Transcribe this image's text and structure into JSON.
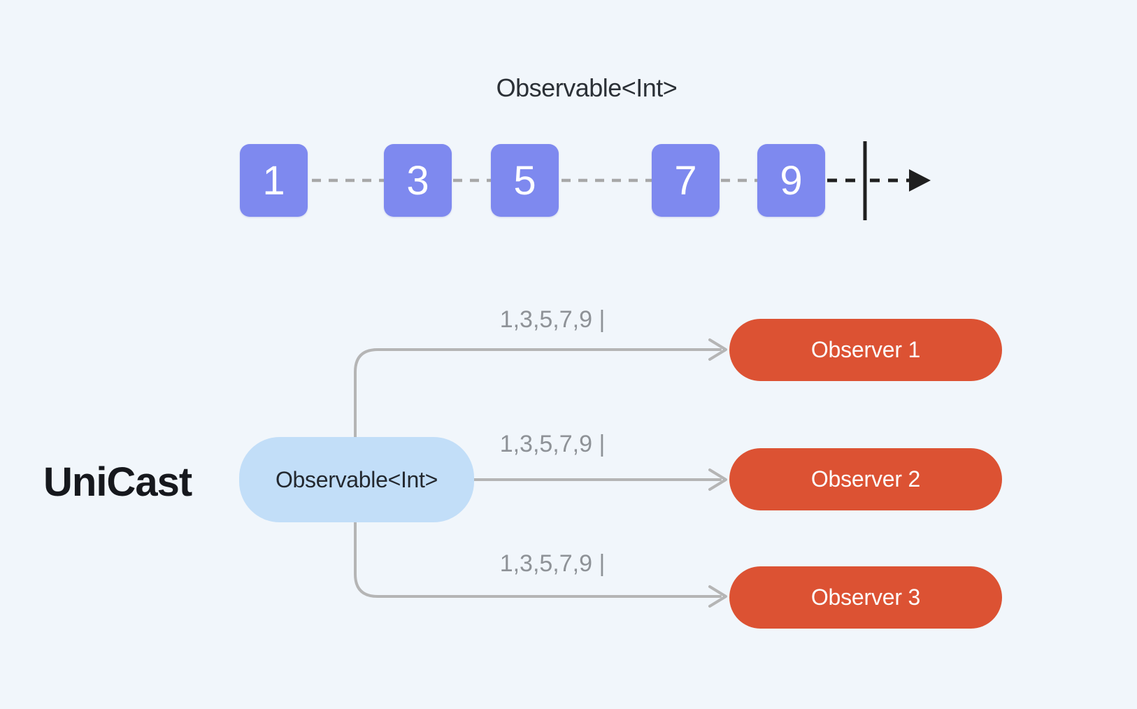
{
  "colors": {
    "background": "#f1f6fb",
    "marble_box": "#7e89ef",
    "marble_text": "#ffffff",
    "source_pill": "#c2def8",
    "observer_pill": "#dc5233",
    "observer_text": "#fdfdfd",
    "connector_gray": "#b5b5b5",
    "event_dash_gray": "#a8a8a8",
    "timeline_black": "#1f1f1f",
    "edge_label_gray": "#8e9297",
    "heading_text": "#16181d"
  },
  "marble_diagram": {
    "title": "Observable<Int>",
    "marbles": [
      "1",
      "3",
      "5",
      "7",
      "9"
    ],
    "completion_marker": "terminal-bar-with-arrow"
  },
  "unicast": {
    "heading": "UniCast",
    "source_label": "Observable<Int>",
    "edges": [
      {
        "label": "1,3,5,7,9 |",
        "target": "Observer 1"
      },
      {
        "label": "1,3,5,7,9 |",
        "target": "Observer 2"
      },
      {
        "label": "1,3,5,7,9 |",
        "target": "Observer 3"
      }
    ]
  }
}
